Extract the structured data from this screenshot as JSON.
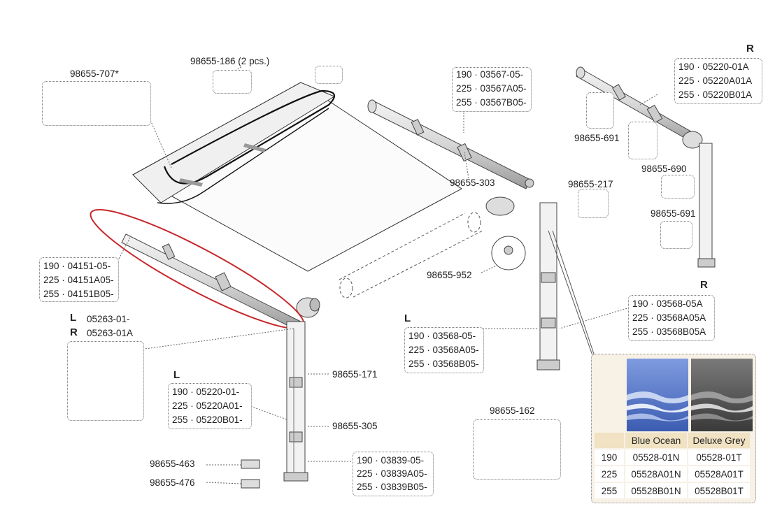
{
  "labels": {
    "p98655_707": "98655-707*",
    "p98655_186": "98655-186 (2 pcs.)",
    "p98655_303": "98655-303",
    "p98655_691_a": "98655-691",
    "p98655_690": "98655-690",
    "p98655_691_b": "98655-691",
    "p98655_217": "98655-217",
    "p98655_952": "98655-952",
    "p98655_171": "98655-171",
    "p98655_305": "98655-305",
    "p98655_463": "98655-463",
    "p98655_476": "98655-476",
    "p98655_162": "98655-162"
  },
  "side_labels": {
    "r_top": "R",
    "r_mid": "R",
    "l_left": "L",
    "r_left": "R",
    "l_arm": "L",
    "l_leg": "L"
  },
  "boxes": {
    "top_rail": [
      "190 · 03567-05-",
      "225 · 03567A05-",
      "255 · 03567B05-"
    ],
    "right_arm": [
      "190 · 05220-01A",
      "225 · 05220A01A",
      "255 · 05220B01A"
    ],
    "front_rail": [
      "190 · 04151-05-",
      "225 · 04151A05-",
      "255 · 04151B05-"
    ],
    "left_arm": [
      "190 · 05220-01-",
      "225 · 05220A01-",
      "255 · 05220B01-"
    ],
    "leg_left": [
      "190 · 03568-05-",
      "225 · 03568A05-",
      "255 · 03568B05-"
    ],
    "leg_right": [
      "190 · 03568-05A",
      "225 · 03568A05A",
      "255 · 03568B05A"
    ],
    "leg_extension": [
      "190 · 03839-05-",
      "225 · 03839A05-",
      "255 · 03839B05-"
    ]
  },
  "end_caps": {
    "left_code": "05263-01-",
    "right_code": "05263-01A"
  },
  "fabric_table": {
    "headers": [
      "",
      "Blue Ocean",
      "Deluxe Grey"
    ],
    "rows": [
      [
        "190",
        "05528-01N",
        "05528-01T"
      ],
      [
        "225",
        "05528A01N",
        "05528A01T"
      ],
      [
        "255",
        "05528B01N",
        "05528B01T"
      ]
    ]
  },
  "colors": {
    "blue_ocean": "#4a6fc0",
    "deluxe_grey": "#4c4c4c",
    "highlight": "#c8262a",
    "panel_bg": "#f7f1e6",
    "header_bg": "#f0e2c2"
  }
}
